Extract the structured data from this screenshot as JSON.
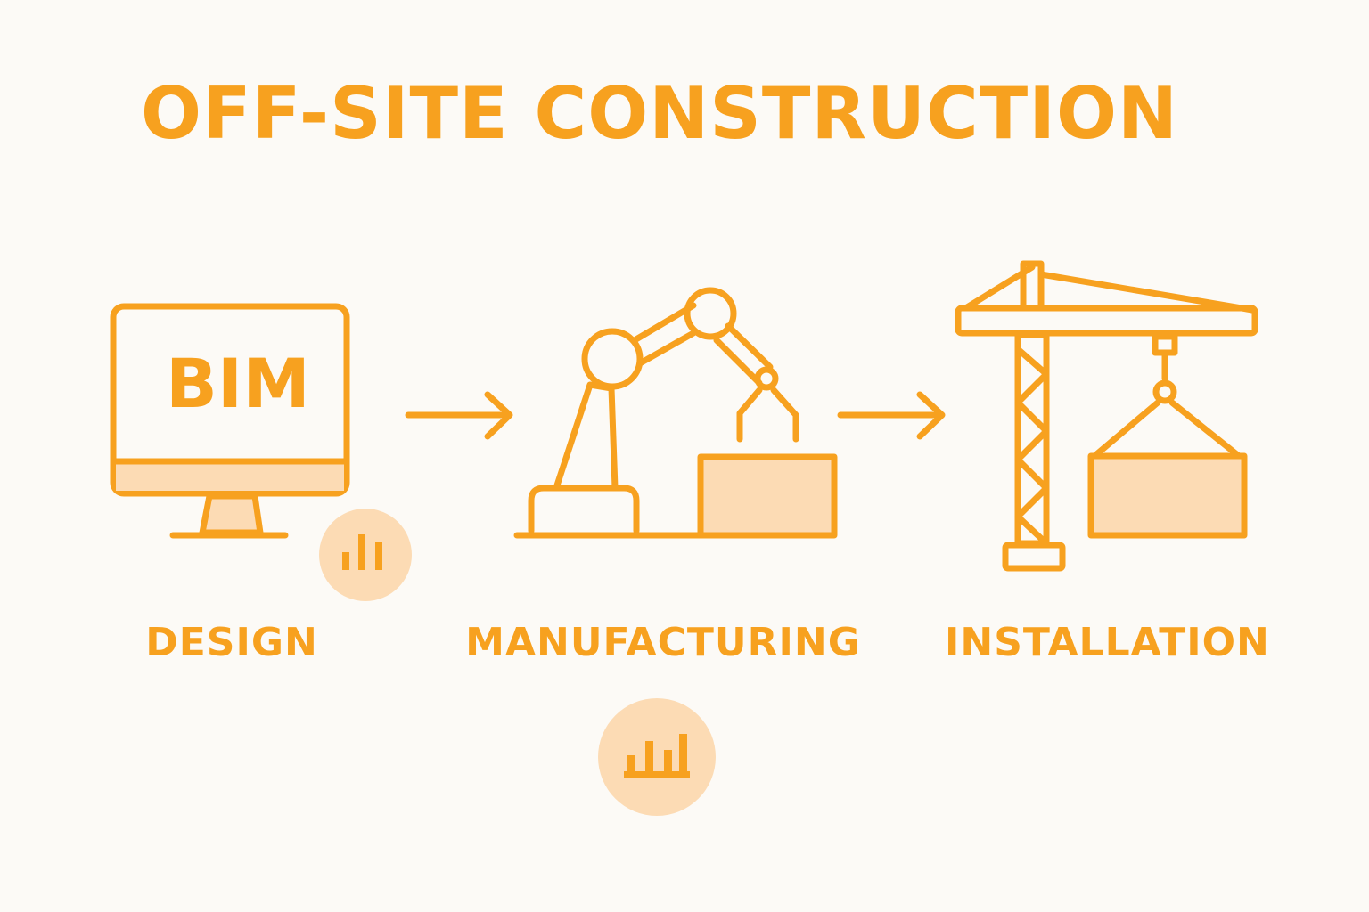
{
  "title": "OFF-SITE CONSTRUCTION",
  "colors": {
    "accent": "#f7a11f",
    "fill_light": "#fcdbb4",
    "background": "#fcfaf6"
  },
  "steps": [
    {
      "label": "DESIGN",
      "icon": "computer-monitor-icon",
      "screen_text": "BIM"
    },
    {
      "label": "MANUFACTURING",
      "icon": "robotic-arm-icon"
    },
    {
      "label": "INSTALLATION",
      "icon": "tower-crane-icon"
    }
  ],
  "connectors": [
    "arrow-right-icon",
    "arrow-right-icon"
  ],
  "badges": [
    "bar-chart-icon",
    "bar-chart-icon"
  ]
}
